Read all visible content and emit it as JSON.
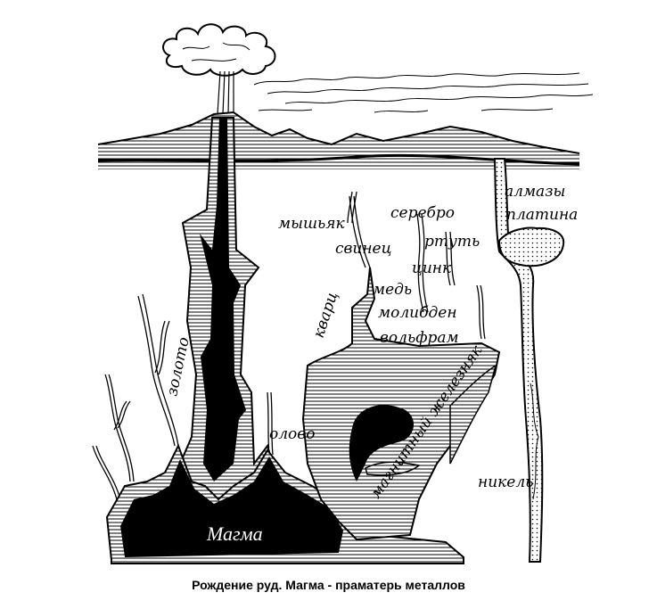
{
  "caption": "Рождение руд.  Магма - праматерь металлов",
  "labels": {
    "magma": "Магма",
    "gold": "золото",
    "tin": "олово",
    "arsenic": "мышьяк",
    "lead": "свинец",
    "quartz": "кварц",
    "copper": "медь",
    "silver": "серебро",
    "mercury": "ртуть",
    "zinc": "цинк",
    "molybdenum": "молибден",
    "tungsten": "вольфрам",
    "diamonds": "алмазы",
    "platinum": "платина",
    "magnetite": "магнитный железняк",
    "nickel": "никель"
  }
}
